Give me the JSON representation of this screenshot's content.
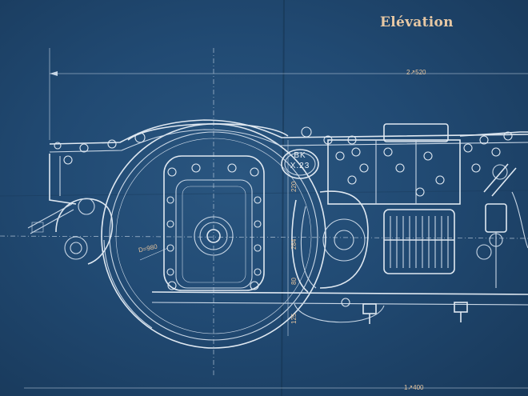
{
  "sheet": {
    "title": "Elévation",
    "plate": {
      "line1": "BK",
      "line2": "X.23"
    },
    "dimensions": {
      "top_span": "2↗520",
      "bottom_span": "1↗400",
      "wheel_diameter": "D=980",
      "height_220": "220",
      "height_284": "284",
      "height_80": "80",
      "height_125": "125"
    }
  },
  "colors": {
    "paper": "#214a73",
    "line": "#c9d7e6",
    "annotation": "#e7c8a4"
  }
}
